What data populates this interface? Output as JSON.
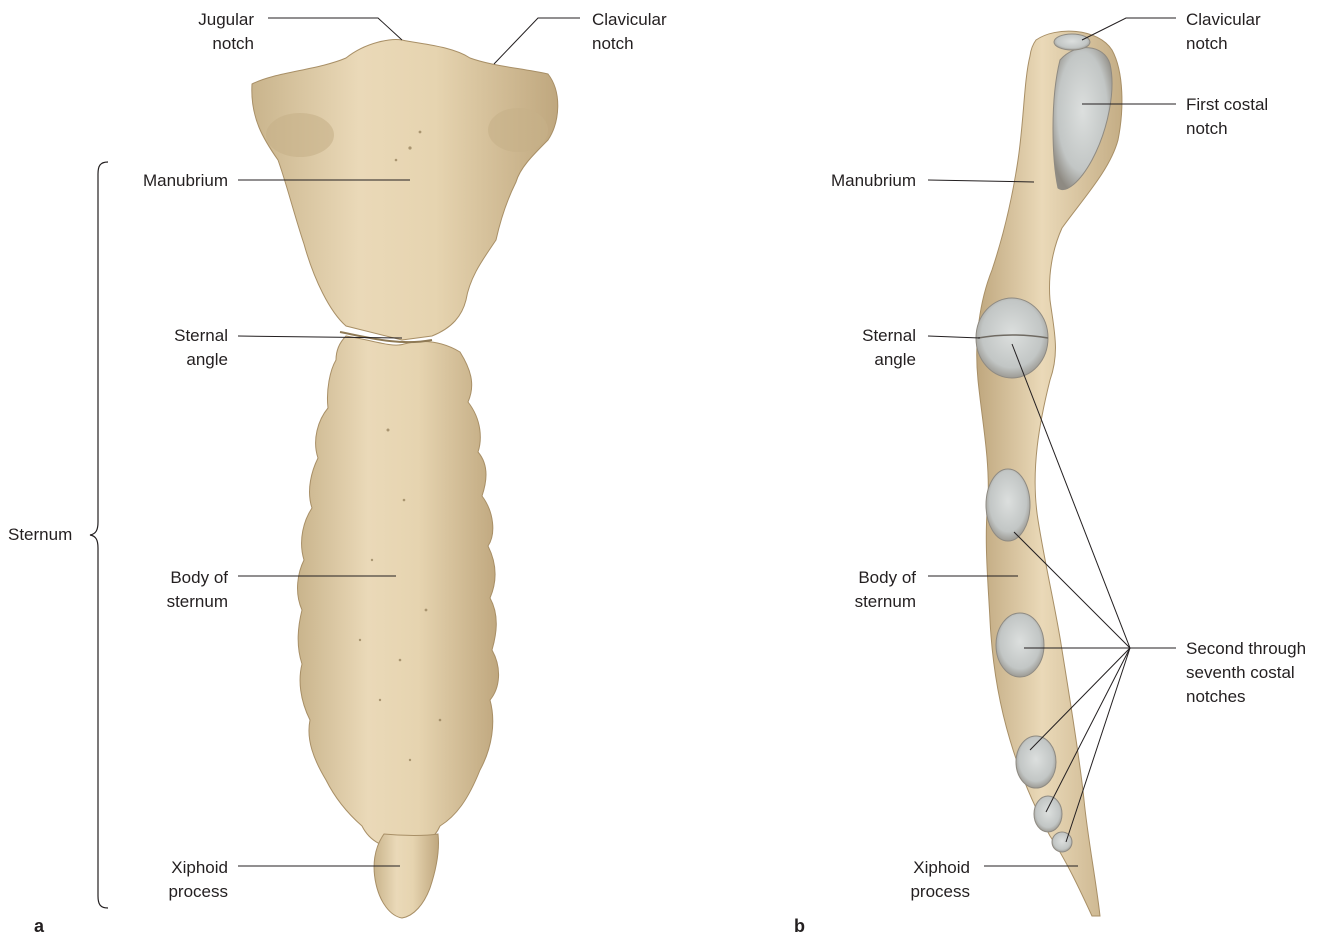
{
  "panel_a": {
    "letter": "a",
    "labels": {
      "jugular_notch": "Jugular\nnotch",
      "clavicular_notch": "Clavicular\nnotch",
      "manubrium": "Manubrium",
      "sternal_angle": "Sternal\nangle",
      "body_of_sternum": "Body of\nsternum",
      "xiphoid_process": "Xiphoid\nprocess",
      "sternum": "Sternum"
    }
  },
  "panel_b": {
    "letter": "b",
    "labels": {
      "clavicular_notch": "Clavicular\nnotch",
      "first_costal_notch": "First costal\nnotch",
      "manubrium": "Manubrium",
      "sternal_angle": "Sternal\nangle",
      "body_of_sternum": "Body of\nsternum",
      "costal_notches": "Second through\nseventh costal\nnotches",
      "xiphoid_process": "Xiphoid\nprocess"
    }
  },
  "colors": {
    "bone": "#dcc8a2",
    "bone_light": "#eee0c4",
    "bone_shadow": "#b9a27a",
    "cartilage": "#c9cccb",
    "leader": "#231f20"
  }
}
